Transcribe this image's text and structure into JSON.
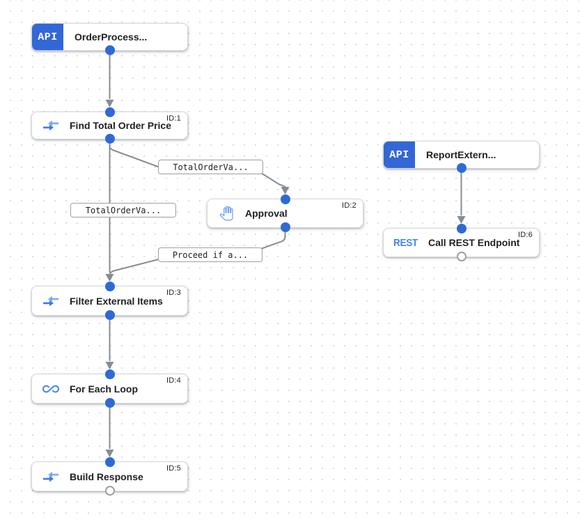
{
  "canvas": {
    "title": "integration-workflow-canvas",
    "colors": {
      "accent_blue": "#3367d6",
      "icon_blue": "#4285f4",
      "port_blue": "#2e6ad6",
      "edge_gray": "#868c93",
      "grid_dot": "#d9dce1"
    }
  },
  "nodes": [
    {
      "label": "OrderProcess...",
      "badge": "API"
    },
    {
      "label": "Find Total Order Price",
      "id_label": "ID:1",
      "icon": "data-mapping-icon"
    },
    {
      "label": "Approval",
      "id_label": "ID:2",
      "icon": "pan-tool-icon"
    },
    {
      "label": "Filter External Items",
      "id_label": "ID:3",
      "icon": "data-mapping-icon"
    },
    {
      "label": "For Each Loop",
      "id_label": "ID:4",
      "icon": "infinity-icon",
      "infinity_glyph": "∞"
    },
    {
      "label": "Build Response",
      "id_label": "ID:5",
      "icon": "data-mapping-icon"
    },
    {
      "label": "ReportExtern...",
      "badge": "API"
    },
    {
      "label": "Call REST Endpoint",
      "id_label": "ID:6",
      "badge": "REST"
    }
  ],
  "edge_labels": [
    {
      "text": "TotalOrderVa..."
    },
    {
      "text": "TotalOrderVa..."
    },
    {
      "text": "Proceed if a..."
    }
  ]
}
